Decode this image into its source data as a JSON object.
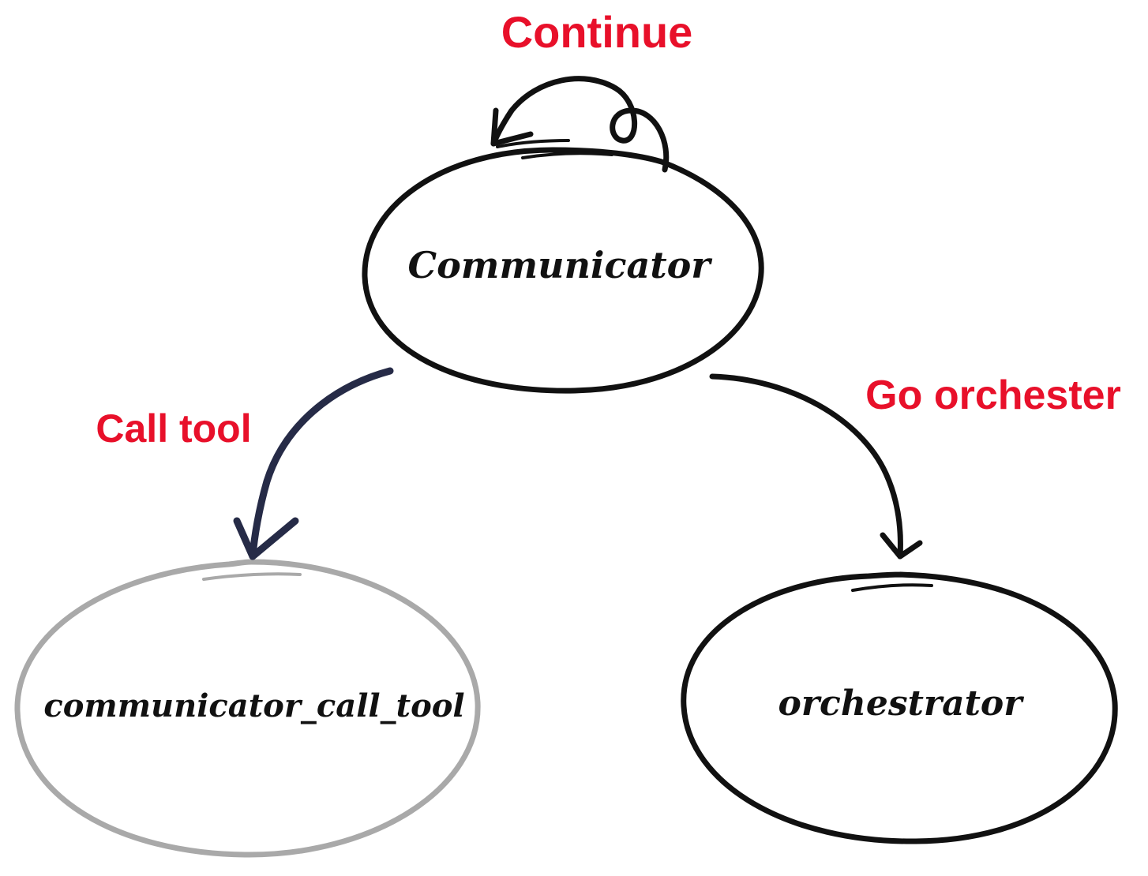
{
  "colors": {
    "background": "#ffffff",
    "node_stroke": "#111111",
    "inactive_node_stroke": "#a9a9a9",
    "edge_label": "#e8102a",
    "edge_stroke": "#111111",
    "call_tool_edge_stroke": "#262b47"
  },
  "nodes": {
    "communicator": {
      "label": "Communicator"
    },
    "call_tool": {
      "label": "communicator_call_tool"
    },
    "orchestrator": {
      "label": "orchestrator"
    }
  },
  "edges": {
    "continue": {
      "label": "Continue"
    },
    "call_tool": {
      "label": "Call tool"
    },
    "go_orchester": {
      "label": "Go orchester"
    }
  }
}
